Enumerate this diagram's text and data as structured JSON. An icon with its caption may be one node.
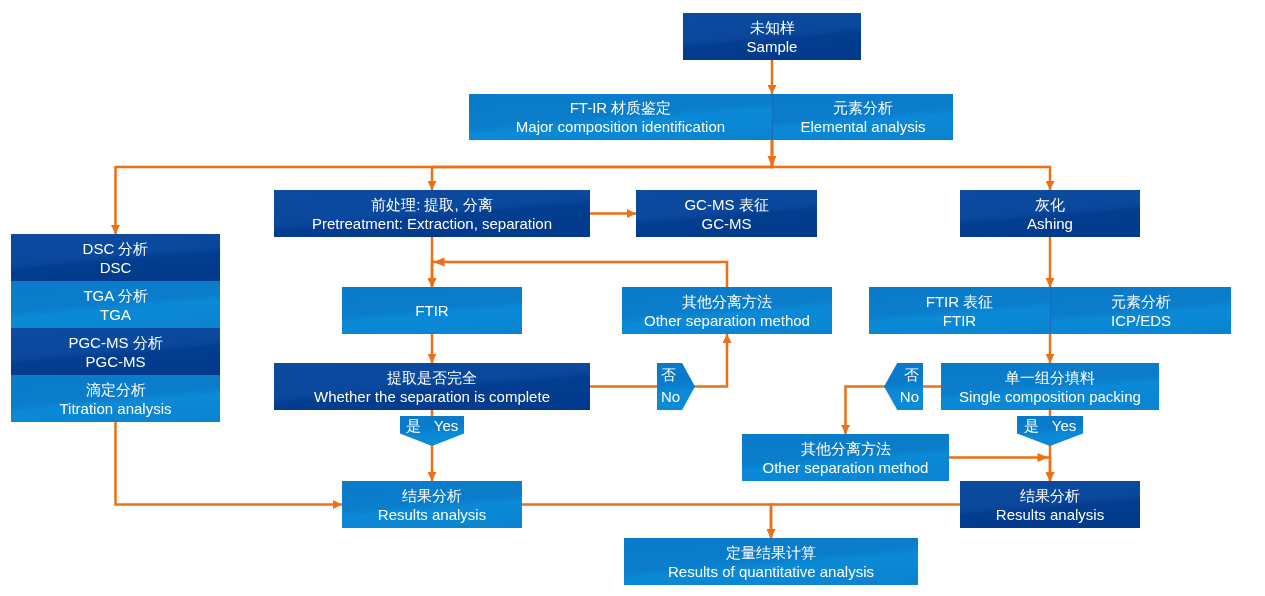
{
  "diagram": {
    "nodes": [
      {
        "text": [
          "未知样",
          "Sample"
        ]
      },
      {
        "text": [
          "FT-IR 材质鉴定",
          "Major composition identification"
        ]
      },
      {
        "text": [
          "元素分析",
          "Elemental analysis"
        ]
      },
      {
        "text": [
          "前处理: 提取, 分离",
          "Pretreatment: Extraction, separation"
        ]
      },
      {
        "text": [
          "GC-MS 表征",
          "GC-MS"
        ]
      },
      {
        "text": [
          "灰化",
          "Ashing"
        ]
      },
      {
        "text": [
          "DSC 分析",
          "DSC"
        ]
      },
      {
        "text": [
          "TGA 分析",
          "TGA"
        ]
      },
      {
        "text": [
          "PGC-MS 分析",
          "PGC-MS"
        ]
      },
      {
        "text": [
          "滴定分析",
          "Titration analysis"
        ]
      },
      {
        "text": [
          "FTIR"
        ]
      },
      {
        "text": [
          "其他分离方法",
          "Other separation method"
        ]
      },
      {
        "text": [
          "FTIR 表征",
          "FTIR"
        ]
      },
      {
        "text": [
          "元素分析",
          "ICP/EDS"
        ]
      },
      {
        "text": [
          "提取是否完全",
          "Whether the separation is complete"
        ]
      },
      {
        "text": [
          "单一组分填料",
          "Single composition packing"
        ]
      },
      {
        "text": [
          "其他分离方法",
          "Other separation method"
        ]
      },
      {
        "text": [
          "结果分析",
          "Results analysis"
        ]
      },
      {
        "text": [
          "结果分析",
          "Results analysis"
        ]
      },
      {
        "text": [
          "定量结果计算",
          "Results of quantitative analysis"
        ]
      }
    ],
    "edges": [
      {
        "from": 0,
        "to": 1,
        "arrow": "to"
      },
      {
        "from": 0,
        "to": 2,
        "arrow": "to"
      },
      {
        "from": 1,
        "to": 6,
        "arrow": "to"
      },
      {
        "from": 2,
        "to": 6,
        "arrow": "to"
      },
      {
        "from": 1,
        "to": 3,
        "arrow": "to"
      },
      {
        "from": 2,
        "to": 3,
        "arrow": "to"
      },
      {
        "from": 1,
        "to": 5,
        "arrow": "to"
      },
      {
        "from": 2,
        "to": 5,
        "arrow": "to"
      },
      {
        "from": 3,
        "to": 4,
        "arrow": "to"
      },
      {
        "from": 3,
        "to": 10,
        "arrow": "to"
      },
      {
        "from": 11,
        "to": 10,
        "arrow": "to"
      },
      {
        "from": 10,
        "to": 14,
        "arrow": "to"
      },
      {
        "from": 14,
        "to": 11,
        "arrow": "to",
        "label": "否 No"
      },
      {
        "from": 14,
        "to": 17,
        "arrow": "to",
        "label": "是 Yes"
      },
      {
        "from": 9,
        "to": 17,
        "arrow": "to"
      },
      {
        "from": 5,
        "to": 12,
        "arrow": "to"
      },
      {
        "from": 5,
        "to": 13,
        "arrow": "to"
      },
      {
        "from": 12,
        "to": 15,
        "arrow": "to"
      },
      {
        "from": 13,
        "to": 15,
        "arrow": "to"
      },
      {
        "from": 15,
        "to": 16,
        "arrow": "to",
        "label": "否 No"
      },
      {
        "from": 15,
        "to": 18,
        "arrow": "to",
        "label": "是 Yes"
      },
      {
        "from": 16,
        "to": 18,
        "arrow": "to"
      },
      {
        "from": 17,
        "to": 19,
        "arrow": "to"
      },
      {
        "from": 18,
        "to": 19,
        "arrow": "to"
      }
    ]
  }
}
